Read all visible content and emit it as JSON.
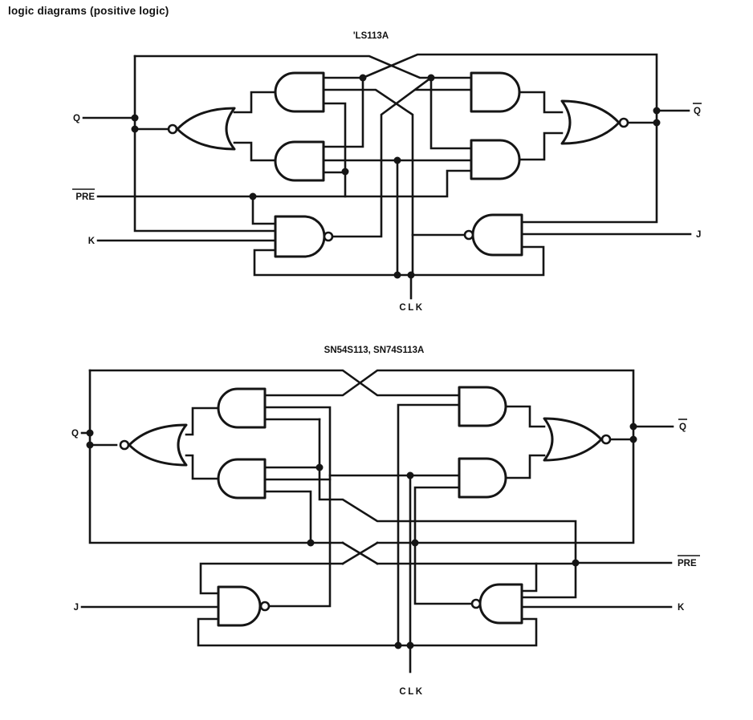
{
  "page": {
    "heading": "logic diagrams (positive logic)"
  },
  "colors": {
    "ink": "#151515",
    "paper": "#ffffff"
  },
  "diagrams": [
    {
      "title": "'LS113A",
      "labels": {
        "q": "Q",
        "q_bar": "Q",
        "pre": "PRE",
        "k": "K",
        "j": "J",
        "clk": "CLK"
      }
    },
    {
      "title": "SN54S113, SN74S113A",
      "labels": {
        "q": "Q",
        "q_bar": "Q",
        "pre": "PRE",
        "k": "K",
        "j": "J",
        "clk": "CLK"
      }
    }
  ]
}
